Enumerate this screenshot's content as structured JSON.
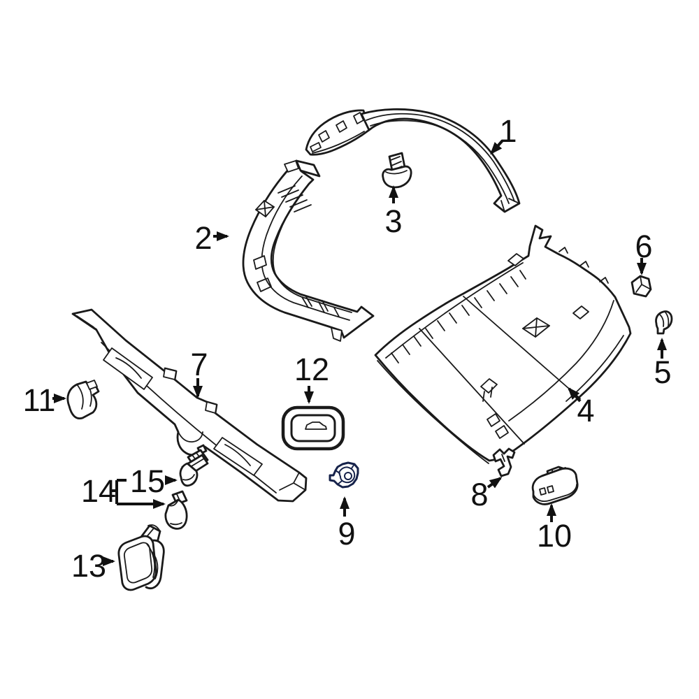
{
  "figure": {
    "background": "#ffffff",
    "line_color": "#1a1a1a",
    "highlight_fill": "#4a6cbe",
    "highlight_fill_light": "#7b97d6",
    "highlight_stroke": "#16224a",
    "highlighted_callout": "9",
    "callouts": [
      {
        "label": "1"
      },
      {
        "label": "2"
      },
      {
        "label": "3"
      },
      {
        "label": "4"
      },
      {
        "label": "5"
      },
      {
        "label": "6"
      },
      {
        "label": "7"
      },
      {
        "label": "8"
      },
      {
        "label": "9"
      },
      {
        "label": "10"
      },
      {
        "label": "11"
      },
      {
        "label": "12"
      },
      {
        "label": "13"
      },
      {
        "label": "14"
      },
      {
        "label": "15"
      }
    ]
  }
}
